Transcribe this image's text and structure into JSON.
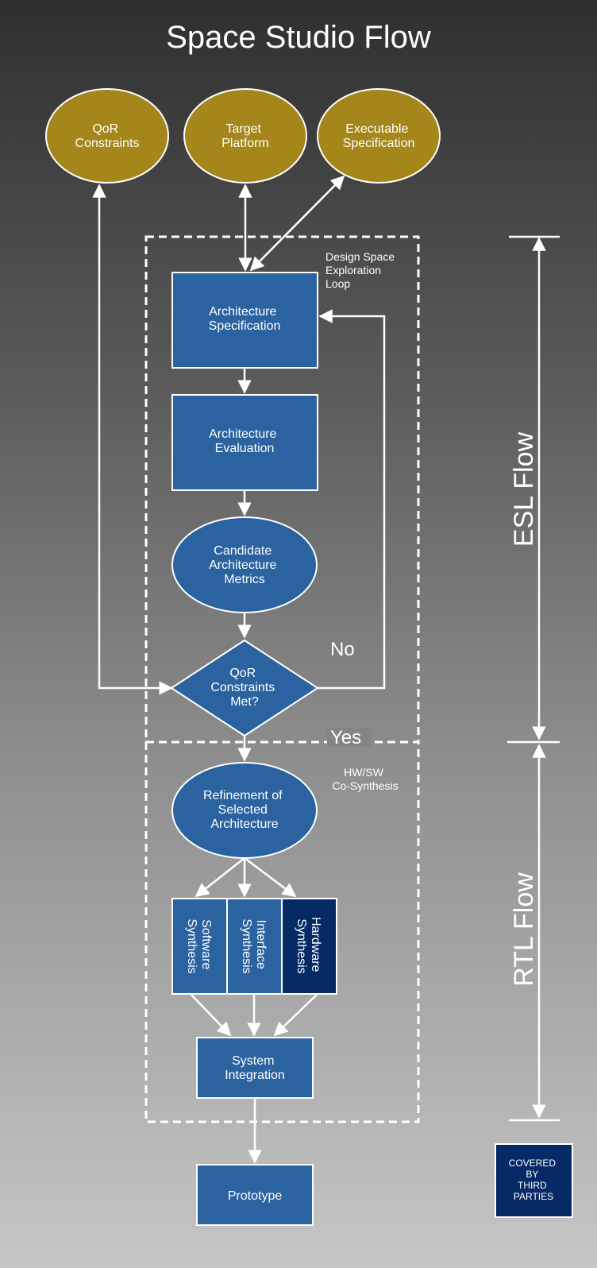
{
  "title": "Space Studio Flow",
  "colors": {
    "gold": "#a4861a",
    "blue": "#2b62a0",
    "dark_blue": "#062a66",
    "white": "#ffffff"
  },
  "inputs": {
    "qor_constraints": [
      "QoR",
      "Constraints"
    ],
    "target_platform": [
      "Target",
      "Platform"
    ],
    "executable_specification": [
      "Executable",
      "Specification"
    ]
  },
  "regions": {
    "dse_loop": [
      "Design Space",
      "Exploration",
      "Loop"
    ],
    "co_synthesis": [
      "HW/SW",
      "Co-Synthesis"
    ]
  },
  "nodes": {
    "architecture_specification": [
      "Architecture",
      "Specification"
    ],
    "architecture_evaluation": [
      "Architecture",
      "Evaluation"
    ],
    "candidate_metrics": [
      "Candidate",
      "Architecture",
      "Metrics"
    ],
    "qor_decision": [
      "QoR",
      "Constraints",
      "Met?"
    ],
    "refinement": [
      "Refinement of",
      "Selected",
      "Architecture"
    ],
    "software_synthesis": [
      "Software",
      "Synthesis"
    ],
    "interface_synthesis": [
      "Interface",
      "Synthesis"
    ],
    "hardware_synthesis": [
      "Hardware",
      "Synthesis"
    ],
    "system_integration": [
      "System",
      "Integration"
    ],
    "prototype": [
      "Prototype"
    ]
  },
  "edge_labels": {
    "no": "No",
    "yes": "Yes"
  },
  "side_flows": {
    "esl": "ESL Flow",
    "rtl": "RTL Flow"
  },
  "legend": {
    "covered_by_third_parties": [
      "COVERED",
      "BY",
      "THIRD",
      "PARTIES"
    ]
  }
}
